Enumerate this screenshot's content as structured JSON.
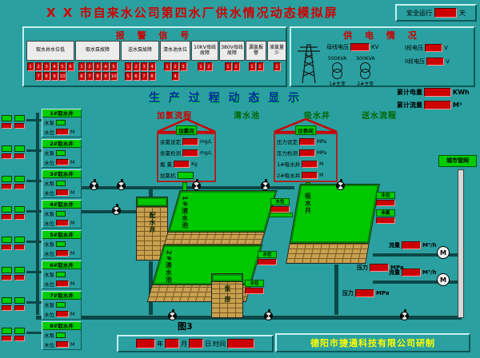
{
  "colors": {
    "background": "#2aa0a0",
    "display_red": "#cc0000",
    "status_green": "#00cc00",
    "alert_text": "#cc0000",
    "company_text": "#ffff00"
  },
  "header": {
    "title": "X X 市自来水公司第四水厂供水情况动态模拟屏",
    "safety_label": "安全运行",
    "safety_value": "",
    "safety_unit": "天"
  },
  "alarm_panel": {
    "title": "报 警 信 号",
    "groups": [
      {
        "label": "取水井水位低",
        "width": 60,
        "indicators": [
          "1",
          "2",
          "3",
          "4",
          "5",
          "6",
          "7",
          "8",
          "9",
          "10"
        ]
      },
      {
        "label": "取水泵故障",
        "width": 56,
        "indicators": [
          "1",
          "2",
          "3",
          "4",
          "5",
          "6",
          "7",
          "8",
          "9",
          "10"
        ]
      },
      {
        "label": "送水泵故障",
        "width": 48,
        "indicators": [
          "1",
          "2",
          "3",
          "4",
          "5",
          "6",
          "7",
          "8"
        ]
      },
      {
        "label": "清水池水位",
        "width": 38,
        "indicators": [
          "1",
          "2",
          "3",
          "4"
        ]
      },
      {
        "label": "10KV母线故障",
        "width": 34,
        "indicators": [
          "1",
          "2"
        ]
      },
      {
        "label": "380V母线故障",
        "width": 32,
        "indicators": [
          "1",
          "2"
        ]
      },
      {
        "label": "漏氯报警",
        "width": 26,
        "indicators": [
          "1",
          "2"
        ]
      },
      {
        "label": "液氯量少",
        "width": 24,
        "indicators": [
          "1"
        ]
      }
    ]
  },
  "power_panel": {
    "title": "供 电 情 况",
    "bus_voltage_label": "母线电压",
    "bus_voltage_value": "",
    "bus_voltage_unit": "KV",
    "transformers": [
      {
        "rating": "500KVA",
        "name": "1#主变"
      },
      {
        "rating": "500KVA",
        "name": "2#主变"
      }
    ],
    "segments": [
      {
        "label": "I段电压",
        "value": "",
        "unit": "V"
      },
      {
        "label": "II段电压",
        "value": "",
        "unit": "V"
      }
    ]
  },
  "totals": [
    {
      "label": "累计电量",
      "value": "",
      "unit": "KWh"
    },
    {
      "label": "累计流量",
      "value": "",
      "unit": "M³"
    }
  ],
  "process": {
    "title": "生 产 过 程 动 态 显 示",
    "stages": [
      {
        "label": "加氯流程",
        "color": "#cc0000"
      },
      {
        "label": "清水池",
        "color": "#006600"
      },
      {
        "label": "吸水井",
        "color": "#006600"
      },
      {
        "label": "送水流程",
        "color": "#006600"
      }
    ]
  },
  "houses": [
    {
      "name": "加氯间",
      "rows": [
        {
          "label": "余氯设定",
          "value": "",
          "unit": "mg/L"
        },
        {
          "label": "余氯检测",
          "value": "",
          "unit": "mg/L"
        },
        {
          "label": "瓶  氯",
          "value": "",
          "unit": "Kg"
        },
        {
          "label": "加氯机",
          "value": "",
          "unit": "",
          "green": true
        }
      ]
    },
    {
      "name": "仪表间",
      "rows": [
        {
          "label": "压力设定",
          "value": "",
          "unit": "MPa"
        },
        {
          "label": "压力检测",
          "value": "",
          "unit": "MPa"
        },
        {
          "label": "1#吸水井",
          "value": "",
          "unit": "M"
        },
        {
          "label": "2#吸水井",
          "value": "",
          "unit": "M"
        }
      ]
    }
  ],
  "wells": {
    "items": [
      "1#取水井",
      "2#取水井",
      "3#取水井",
      "4#取水井",
      "5#取水井",
      "6#取水井",
      "7#取水井",
      "8#取水井"
    ],
    "pump_label": "水泵",
    "level_label": "水位",
    "level_unit": "M"
  },
  "tanks": [
    {
      "label": "配水井"
    },
    {
      "label": "1#清水池",
      "gauge": "水位"
    },
    {
      "label": "2#清水池",
      "gauge": "水位"
    },
    {
      "label": "吸水井",
      "gauges": [
        "水位",
        "余氯"
      ]
    },
    {
      "label": "泵 房",
      "gauge": "水位"
    }
  ],
  "meters": {
    "pressure1": {
      "label": "压力",
      "value": "",
      "unit": "MPa"
    },
    "flow1": {
      "label": "流量",
      "value": "",
      "unit": "M³/h"
    },
    "flow2": {
      "label": "流量",
      "value": "",
      "unit": "M³/h"
    },
    "pressure2": {
      "label": "压力",
      "value": "",
      "unit": "MPa"
    },
    "flowmeter_symbol": "M"
  },
  "network": {
    "label": "城市管网"
  },
  "footer": {
    "figure_label": "图3",
    "year": "年",
    "month": "月",
    "day": "日",
    "time": "时间",
    "company": "德阳市捷通科技有限公司研制"
  }
}
